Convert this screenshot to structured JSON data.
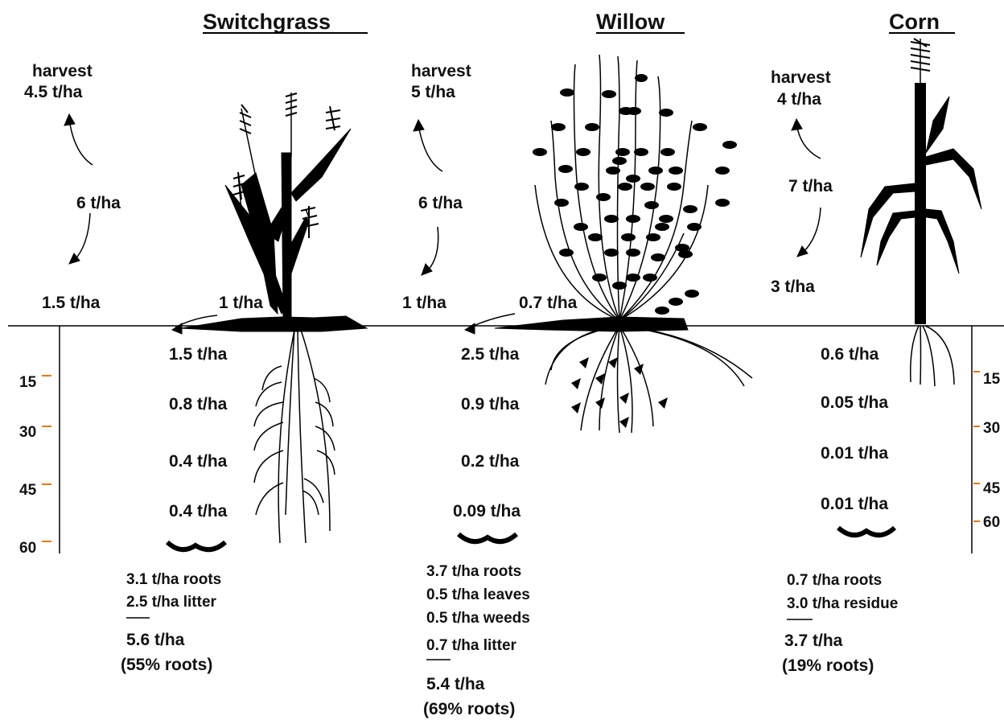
{
  "titles": {
    "switchgrass": "Switchgrass",
    "willow": "Willow",
    "corn": "Corn"
  },
  "switchgrass": {
    "harvest_label": "harvest",
    "harvest_value": "4.5  t/ha",
    "standing": "6  t/ha",
    "litter_surface": "1.5  t/ha",
    "near_surface": "1 t/ha",
    "depth_values": [
      "1.5  t/ha",
      "0.8  t/ha",
      "0.4  t/ha",
      "0.4  t/ha"
    ],
    "roots": "3.1  t/ha roots",
    "litter": "2.5  t/ha litter",
    "total": "5.6  t/ha",
    "pct": "(55% roots)"
  },
  "willow": {
    "harvest_label": "harvest",
    "harvest_value": "5 t/ha",
    "standing": "6 t/ha",
    "litter_surface": "1 t/ha",
    "near_surface": "0.7 t/ha",
    "depth_values": [
      "2.5  t/ha",
      "0.9  t/ha",
      "0.2  t/ha",
      "0.09  t/ha"
    ],
    "roots": "3.7  t/ha roots",
    "leaves": "0.5  t/ha leaves",
    "weeds": "0.5  t/ha weeds",
    "litter": "0.7  t/ha litter",
    "total": "5.4 t/ha",
    "pct": "(69% roots)"
  },
  "corn": {
    "harvest_label": "harvest",
    "harvest_value": "4 t/ha",
    "standing": "7 t/ha",
    "residue_surface": "3 t/ha",
    "depth_values": [
      "0.6  t/ha",
      "0.05 t/ha",
      "0.01 t/ha",
      "0.01 t/ha"
    ],
    "roots": "0.7  t/ha roots",
    "residue": "3.0 t/ha residue",
    "total": "3.7 t/ha",
    "pct": "(19% roots)"
  },
  "depth_ticks_left": [
    "15",
    "30",
    "45",
    "60"
  ],
  "depth_ticks_right": [
    "15",
    "30",
    "45",
    "60"
  ],
  "colors": {
    "ink": "#000000",
    "tick_mark": "#e07b1a"
  }
}
